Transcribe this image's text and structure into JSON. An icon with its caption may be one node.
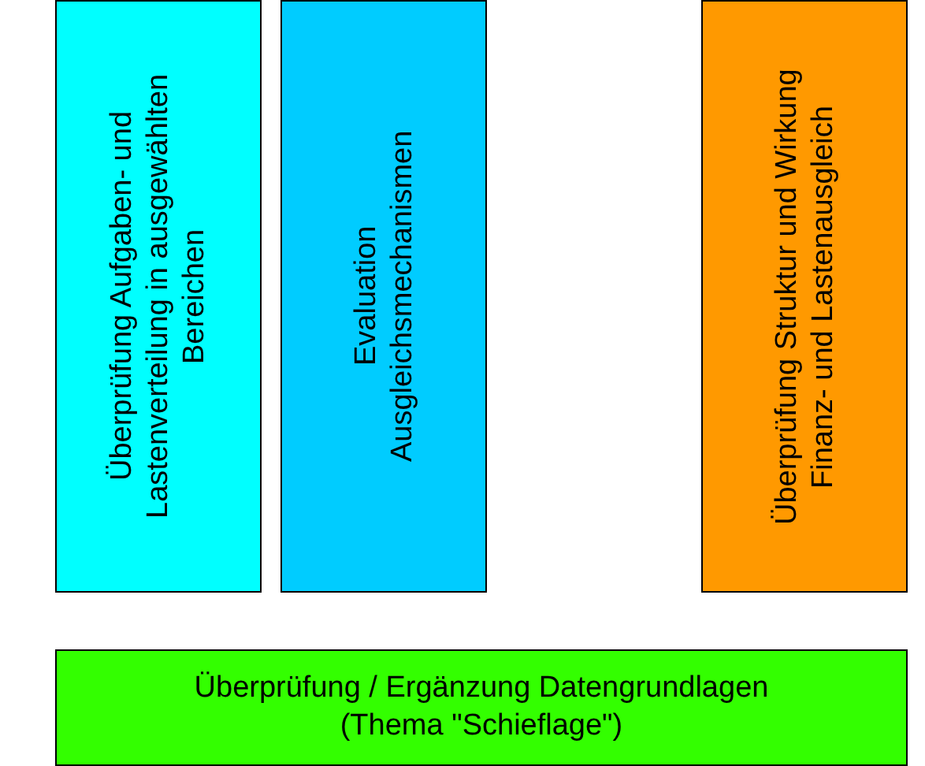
{
  "diagram": {
    "nodes": [
      {
        "text": [
          "Überprüfung Aufgaben- und Lastenverteilung in ausgewählten Bereichen"
        ]
      },
      {
        "text": [
          "Evaluation Ausgleichsmechanismen"
        ]
      },
      {
        "text": [
          "Überprüfung Struktur und Wirkung Finanz- und Lastenausgleich"
        ]
      },
      {
        "text": [
          "Überprüfung / Ergänzung Datengrundlagen (Thema \"Schieflage\")"
        ]
      }
    ]
  }
}
